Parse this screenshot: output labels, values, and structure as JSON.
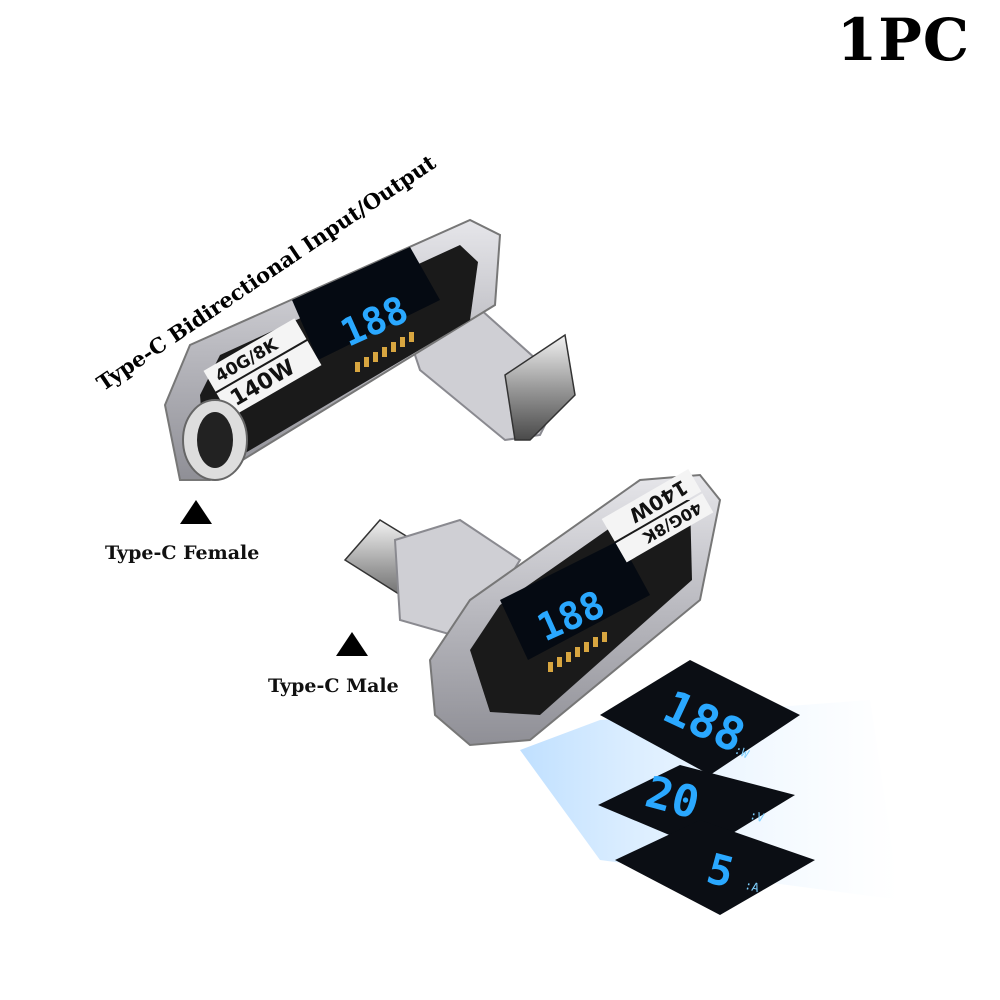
{
  "quantity": "1PC",
  "headline": "Type-C Bidirectional Input/Output",
  "captions": {
    "female": "Type-C Female",
    "male": "Type-C Male"
  },
  "device_labels": {
    "bandwidth": "40G/8K",
    "power": "140W"
  },
  "display_readouts": {
    "main": "188",
    "units": "W V A"
  },
  "panels": [
    {
      "digits": "188",
      "unit": ":W"
    },
    {
      "digits": "20",
      "unit": ":V"
    },
    {
      "digits": "5",
      "unit": ":A"
    }
  ],
  "colors": {
    "display_blue": "#2aa8ff",
    "body_dark": "#1a1a1a",
    "glass": "#c8c8cc"
  }
}
